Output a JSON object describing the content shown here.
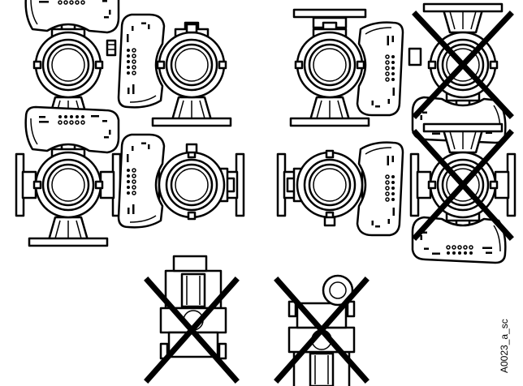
{
  "figure_code": "A0023_a_sc",
  "rows": [
    {
      "positions": [
        {
          "id": "r1-p1",
          "motor_orientation": "horizontal-top",
          "flanges": "bottom",
          "allowed": true
        },
        {
          "id": "r1-p2",
          "motor_orientation": "vertical-left",
          "flanges": "bottom",
          "allowed": true
        },
        {
          "id": "r1-p3",
          "motor_orientation": "vertical-right",
          "flanges": "top-bottom",
          "allowed": true
        },
        {
          "id": "r1-p4",
          "motor_orientation": "horizontal-bottom",
          "flanges": "top",
          "allowed": false
        }
      ]
    },
    {
      "positions": [
        {
          "id": "r2-p1",
          "motor_orientation": "horizontal-top",
          "flanges": "left-right",
          "allowed": true
        },
        {
          "id": "r2-p2",
          "motor_orientation": "vertical-left",
          "flanges": "right",
          "allowed": true
        },
        {
          "id": "r2-p3",
          "motor_orientation": "vertical-right",
          "flanges": "left",
          "allowed": true
        },
        {
          "id": "r2-p4",
          "motor_orientation": "horizontal-bottom",
          "flanges": "left-right",
          "allowed": false
        }
      ]
    },
    {
      "positions": [
        {
          "id": "r3-p1",
          "motor_orientation": "shaft-vertical-down",
          "flanges": "bottom",
          "allowed": false
        },
        {
          "id": "r3-p2",
          "motor_orientation": "shaft-vertical-up",
          "flanges": "bottom",
          "allowed": false
        }
      ]
    }
  ]
}
